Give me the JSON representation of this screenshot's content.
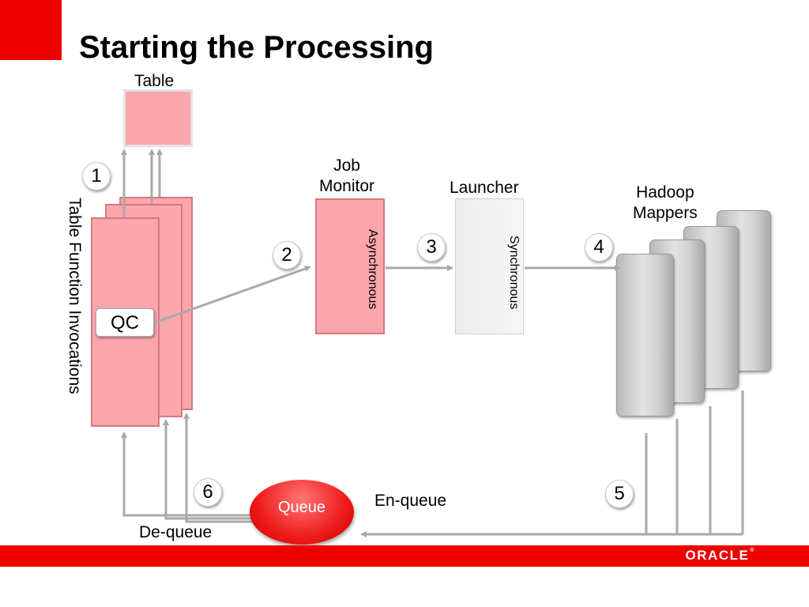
{
  "slide": {
    "title": "Starting the Processing",
    "brand": "ORACLE",
    "brand_mark": "®"
  },
  "diagram": {
    "table_label": "Table",
    "tfi_label": "Table Function Invocations",
    "qc_label": "QC",
    "job_monitor_label": "Job\nMonitor",
    "job_monitor_mode": "Asynchronous",
    "launcher_label": "Launcher",
    "launcher_mode": "Synchronous",
    "mappers_label": "Hadoop\nMappers",
    "queue_label": "Queue",
    "enqueue_label": "En-queue",
    "dequeue_label": "De-queue",
    "steps": [
      "1",
      "2",
      "3",
      "4",
      "5",
      "6"
    ]
  },
  "colors": {
    "brand_red": "#ee0000",
    "pink_fill": "#fba6ad",
    "pink_border": "#d9777f",
    "arrow_gray": "#a9a9a9"
  }
}
